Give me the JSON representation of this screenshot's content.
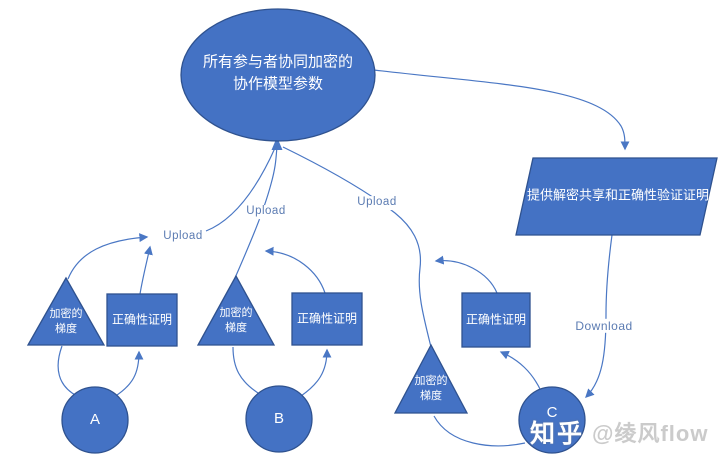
{
  "colors": {
    "shape_fill": "#4472C4",
    "shape_border": "#2F528F",
    "connector": "#4a77c4",
    "edge_label_text": "#5b7bb2",
    "watermark_handle": "#cbcbcb"
  },
  "ellipse": {
    "label": "所有参与者协同加密的\n协作模型参数"
  },
  "parallelogram": {
    "label": "提供解密共享和正确性验证证明"
  },
  "groups": [
    {
      "triangle_label": "加密的\n梯度",
      "square_label": "正确性证明",
      "circle_label": "A"
    },
    {
      "triangle_label": "加密的\n梯度",
      "square_label": "正确性证明",
      "circle_label": "B"
    },
    {
      "triangle_label": "加密的\n梯度",
      "square_label": "正确性证明",
      "circle_label": "C"
    }
  ],
  "edge_labels": {
    "upload_left": "Upload",
    "upload_middle": "Upload",
    "upload_right": "Upload",
    "download": "Download"
  },
  "watermark": {
    "brand": "知乎",
    "handle": "@绫风flow"
  }
}
